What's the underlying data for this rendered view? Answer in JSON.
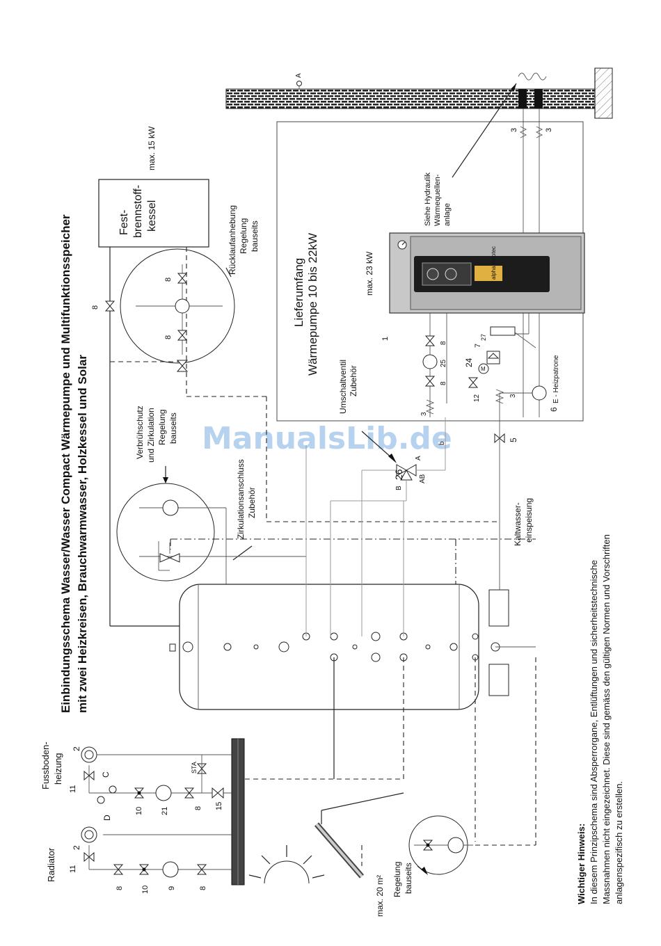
{
  "title": {
    "line1": "Einbindungsschema Wasser/Wasser Compact Wärmepumpe und Multifunktionsspeicher",
    "line2": "mit zwei Heizkreisen, Brauchwarmwasser, Holzkessel und Solar"
  },
  "watermark": "ManualsLib.de",
  "labels": {
    "radiator": "Radiator",
    "floor_heating_1": "Fussboden-",
    "floor_heating_2": "heizung",
    "solid_fuel_1": "Fest-",
    "solid_fuel_2": "brennstoff-",
    "solid_fuel_3": "kessel",
    "max15": "max. 15 kW",
    "max23": "max. 23 kW",
    "max20": "max. 20 m²",
    "return_raise_1": "Rücklaufanhebung",
    "return_raise_2": "Regelung",
    "return_raise_3": "bauseits",
    "scald_1": "Verbrühschutz",
    "scald_2": "und Zirkulation",
    "scald_3": "Regelung",
    "scald_4": "bauseits",
    "circ_conn_1": "Zirkulationsanschluss",
    "circ_conn_2": "Zubehör",
    "scope_1": "Lieferumfang",
    "scope_2": "Wärmepumpe 10 bis 22kW",
    "switch_valve_1": "Umschaltventil",
    "switch_valve_2": "Zubehör",
    "hydraulic_1": "Siehe Hydraulik",
    "hydraulic_2": "Wärmequellen-",
    "hydraulic_3": "anlage",
    "cold_water_1": "Kaltwasser-",
    "cold_water_2": "einspeisung",
    "e_heater": "E - Heizpatrone",
    "solar_ctrl_1": "Regelung",
    "solar_ctrl_2": "bauseits",
    "sta": "STA",
    "brand": "alpha-innotec",
    "pt_A": "A",
    "pt_B": "B",
    "pt_C": "C",
    "pt_D": "D",
    "port_A": "A",
    "port_AB": "AB",
    "port_B": "B",
    "port_b": "b",
    "n1": "1",
    "n2a": "2",
    "n2b": "2",
    "n3a": "3",
    "n3b": "3",
    "n3c": "3",
    "n3d": "3",
    "n5": "5",
    "n6": "6",
    "n7": "7",
    "n8a": "8",
    "n8b": "8",
    "n8c": "8",
    "n8d": "8",
    "n8e": "8",
    "n8f": "8",
    "n8g": "8",
    "n8h": "8",
    "n9": "9",
    "n10a": "10",
    "n10b": "10",
    "n11a": "11",
    "n11b": "11",
    "n12": "12",
    "n15": "15",
    "n21": "21",
    "n24": "24",
    "n25": "25",
    "n26": "26",
    "n27": "27",
    "motor": "M"
  },
  "note": {
    "heading": "Wichtiger Hinweis:",
    "line1": "In diesem Prinzipschema sind Absperrorgane, Entlüftungen und sicherheitstechnische",
    "line2": "Massnahmen nicht eingezeichnet. Diese sind gemäss den gültigen Normen und Vorschriften",
    "line3": "anlagenspezifisch zu erstellen."
  }
}
